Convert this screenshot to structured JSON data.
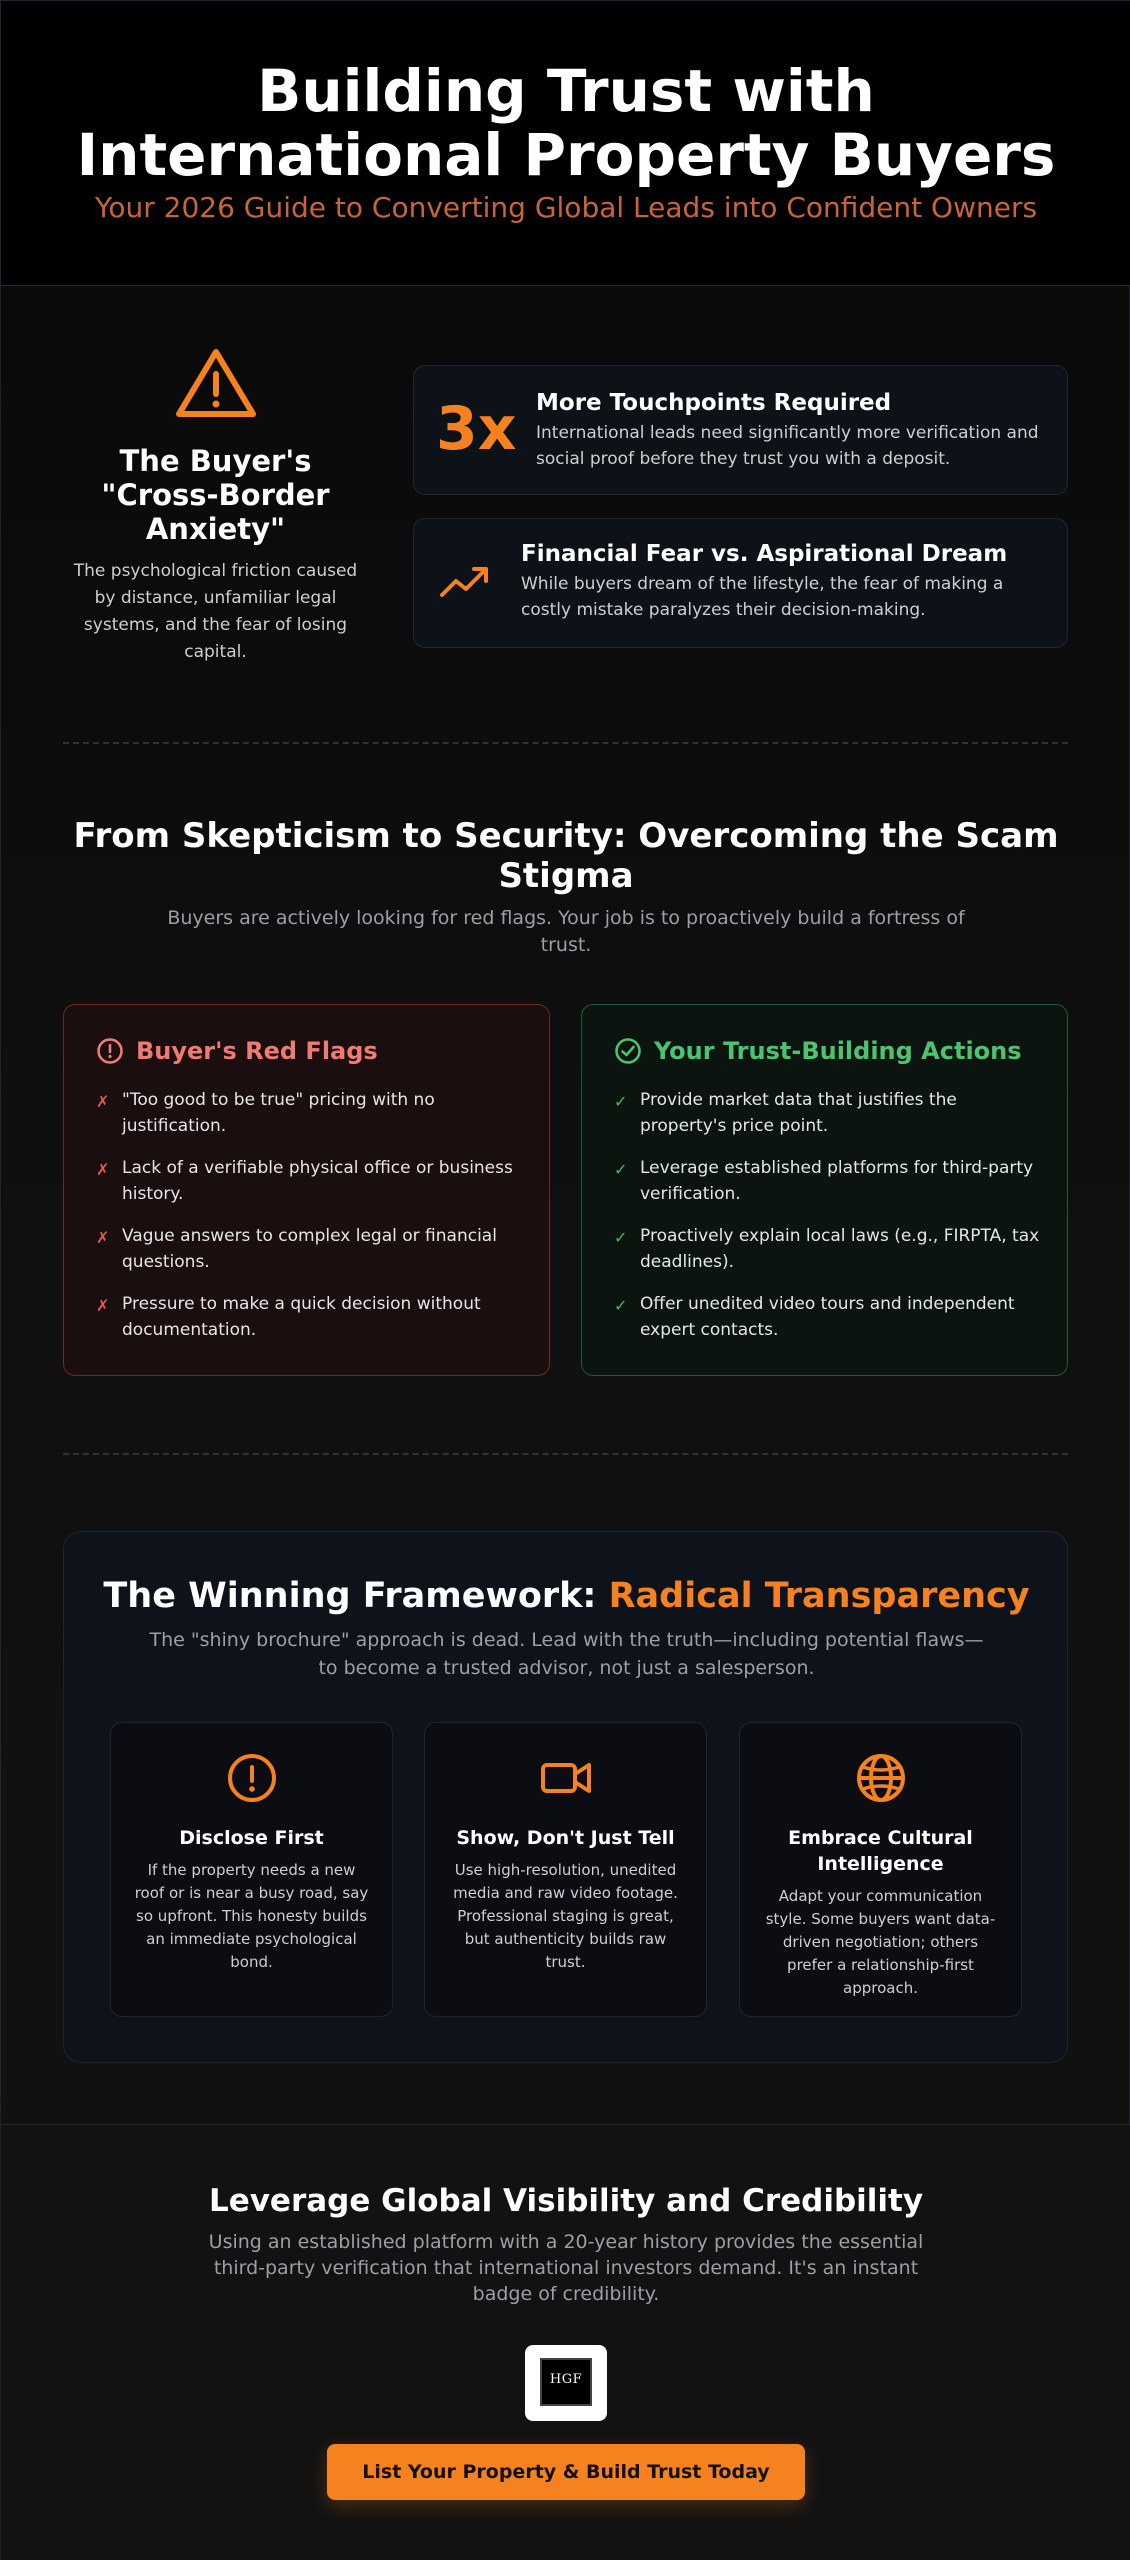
{
  "header": {
    "title": "Building Trust with International Property Buyers",
    "subtitle": "Your 2026 Guide to Converting Global Leads into Confident Owners"
  },
  "anxiety": {
    "icon": "warning-triangle-icon",
    "title": "The Buyer's \"Cross-Border Anxiety\"",
    "description": "The psychological friction caused by distance, unfamiliar legal systems, and the fear of losing capital.",
    "touchpoints": {
      "stat": "3x",
      "title": "More Touchpoints Required",
      "description": "International leads need significantly more verification and social proof before they trust you with a deposit."
    },
    "fear": {
      "icon": "trending-up-icon",
      "title": "Financial Fear vs. Aspirational Dream",
      "description": "While buyers dream of the lifestyle, the fear of making a costly mistake paralyzes their decision-making."
    }
  },
  "scam": {
    "title": "From Skepticism to Security: Overcoming the Scam Stigma",
    "subtitle": "Buyers are actively looking for red flags. Your job is to proactively build a fortress of trust.",
    "red_flags": {
      "title": "Buyer's Red Flags",
      "marker": "✗",
      "items": [
        "\"Too good to be true\" pricing with no justification.",
        "Lack of a verifiable physical office or business history.",
        "Vague answers to complex legal or financial questions.",
        "Pressure to make a quick decision without documentation."
      ]
    },
    "actions": {
      "title": "Your Trust-Building Actions",
      "marker": "✓",
      "items": [
        "Provide market data that justifies the property's price point.",
        "Leverage established platforms for third-party verification.",
        "Proactively explain local laws (e.g., FIRPTA, tax deadlines).",
        "Offer unedited video tours and independent expert contacts."
      ]
    }
  },
  "framework": {
    "title_prefix": "The Winning Framework: ",
    "title_accent": "Radical Transparency",
    "subtitle": "The \"shiny brochure\" approach is dead. Lead with the truth—including potential flaws—to become a trusted advisor, not just a salesperson.",
    "pillars": [
      {
        "icon": "alert-circle-icon",
        "title": "Disclose First",
        "description": "If the property needs a new roof or is near a busy road, say so upfront. This honesty builds an immediate psychological bond."
      },
      {
        "icon": "video-camera-icon",
        "title": "Show, Don't Just Tell",
        "description": "Use high-resolution, unedited media and raw video footage. Professional staging is great, but authenticity builds raw trust."
      },
      {
        "icon": "globe-icon",
        "title": "Embrace Cultural Intelligence",
        "description": "Adapt your communication style. Some buyers want data-driven negotiation; others prefer a relationship-first approach."
      }
    ]
  },
  "cta": {
    "title": "Leverage Global Visibility and Credibility",
    "subtitle": "Using an established platform with a 20-year history provides the essential third-party verification that international investors demand. It's an instant badge of credibility.",
    "logo_text": "HGF",
    "button_label": "List Your Property & Build Trust Today"
  },
  "colors": {
    "accent": "#f6821f",
    "subtitle": "#c8643a",
    "danger": "#f07a74",
    "success": "#4cc46f"
  }
}
